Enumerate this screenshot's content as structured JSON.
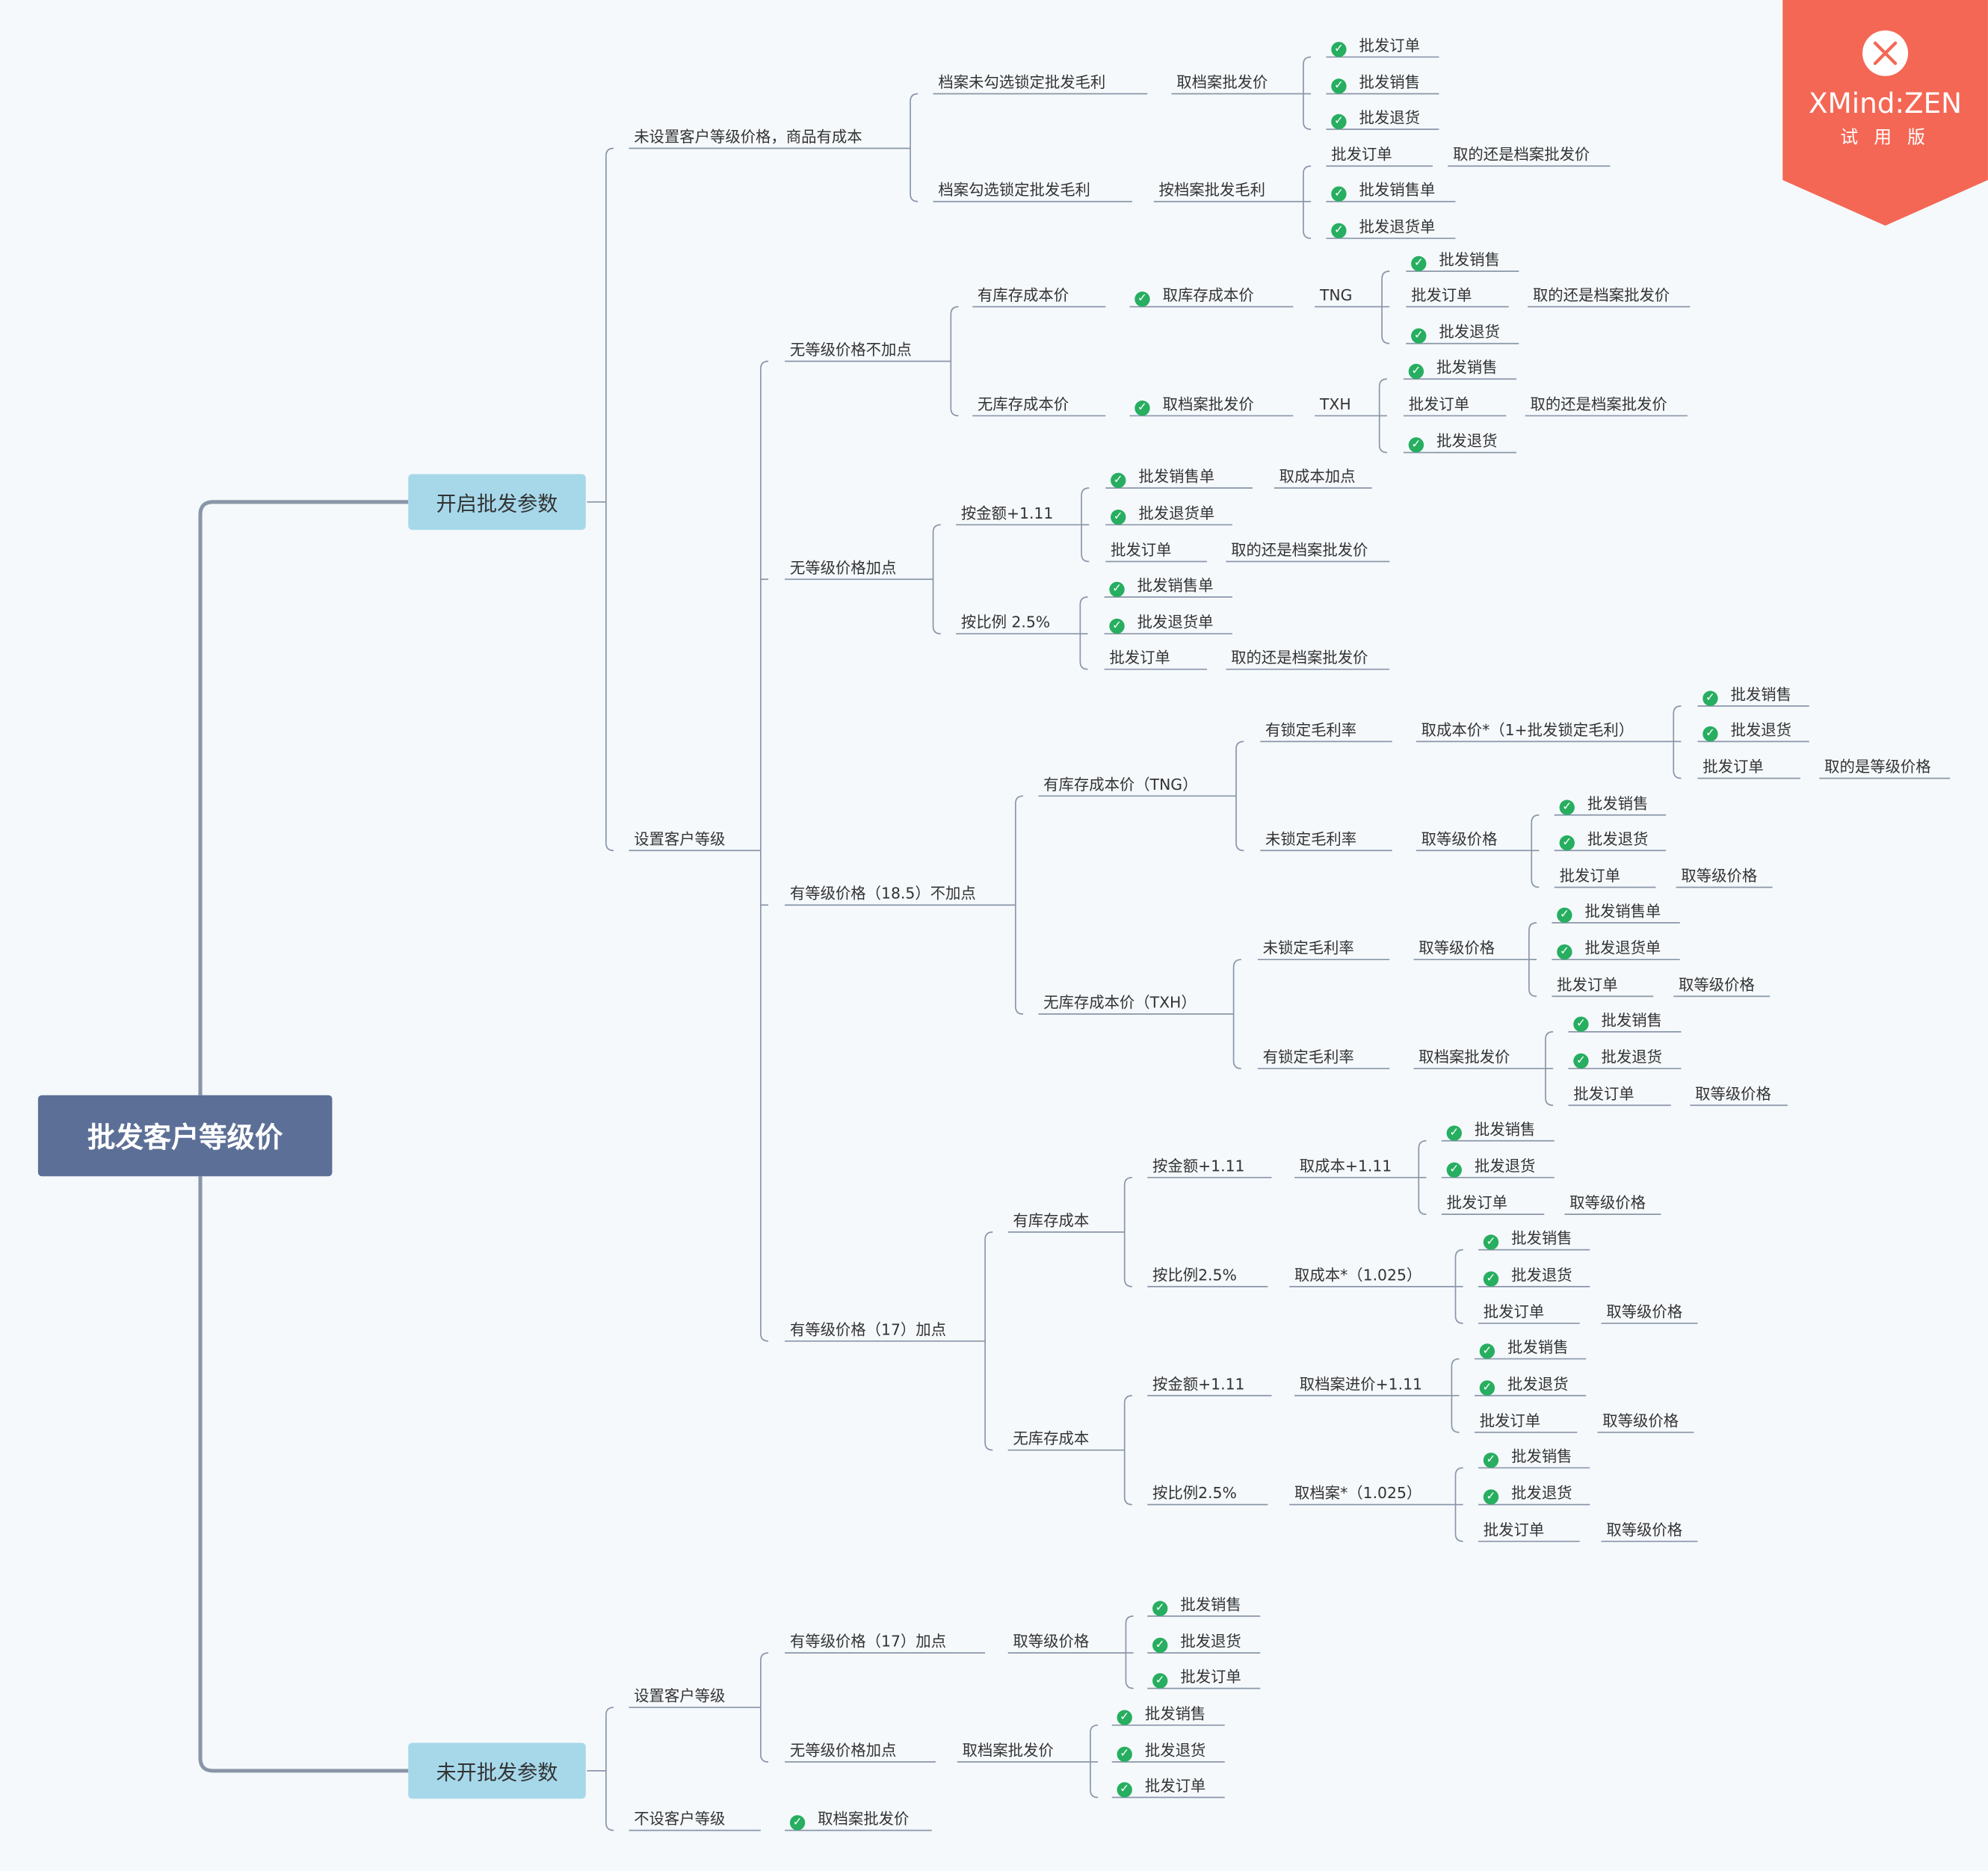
{
  "title": "批发客户等级价",
  "watermark": {
    "brand": "XMind:ZEN",
    "note": "试 用 版",
    "color": "#f46755"
  },
  "colors": {
    "root": "#5c6f96",
    "branch": "#a6d8ea",
    "check": "#27ae60",
    "line": "#8a96a8"
  },
  "branches": {
    "enabled": "开启批发参数",
    "disabled": "未开批发参数"
  },
  "nodes": {
    "a": "未设置客户等级价格，商品有成本",
    "a1": "档案未勾选锁定批发毛利",
    "a1v": "取档案批发价",
    "a1s1": "批发订单",
    "a1s2": "批发销售",
    "a1s3": "批发退货",
    "a2": "档案勾选锁定批发毛利",
    "a2v": "按档案批发毛利",
    "a2o": "批发订单",
    "a2ov": "取的还是档案批发价",
    "a2s1": "批发销售单",
    "a2s2": "批发退货单",
    "b": "设置客户等级",
    "b1": "无等级价格不加点",
    "b1a": "有库存成本价",
    "b1av": "取库存成本价",
    "b1ac": "TNG",
    "b1a_s1": "批发销售",
    "b1a_o": "批发订单",
    "b1a_ov": "取的还是档案批发价",
    "b1a_s2": "批发退货",
    "b1b": "无库存成本价",
    "b1bv": "取档案批发价",
    "b1bc": "TXH",
    "b1b_s1": "批发销售",
    "b1b_o": "批发订单",
    "b1b_ov": "取的还是档案批发价",
    "b1b_s2": "批发退货",
    "b2": "无等级价格加点",
    "b2a": "按金额+1.11",
    "b2a_s1": "批发销售单",
    "b2a_s1v": "取成本加点",
    "b2a_s2": "批发退货单",
    "b2a_o": "批发订单",
    "b2a_ov": "取的还是档案批发价",
    "b2b": "按比例 2.5%",
    "b2b_s1": "批发销售单",
    "b2b_s2": "批发退货单",
    "b2b_o": "批发订单",
    "b2b_ov": "取的还是档案批发价",
    "b3": "有等级价格（18.5）不加点",
    "b3a": "有库存成本价（TNG）",
    "b3a1": "有锁定毛利率",
    "b3a1v": "取成本价*（1+批发锁定毛利）",
    "b3a1_s1": "批发销售",
    "b3a1_s2": "批发退货",
    "b3a1_o": "批发订单",
    "b3a1_ov": "取的是等级价格",
    "b3a2": "未锁定毛利率",
    "b3a2v": "取等级价格",
    "b3a2_s1": "批发销售",
    "b3a2_s2": "批发退货",
    "b3a2_o": "批发订单",
    "b3a2_ov": "取等级价格",
    "b3b": "无库存成本价（TXH）",
    "b3b1": "未锁定毛利率",
    "b3b1v": "取等级价格",
    "b3b1_s1": "批发销售单",
    "b3b1_s2": "批发退货单",
    "b3b1_o": "批发订单",
    "b3b1_ov": "取等级价格",
    "b3b2": "有锁定毛利率",
    "b3b2v": "取档案批发价",
    "b3b2_s1": "批发销售",
    "b3b2_s2": "批发退货",
    "b3b2_o": "批发订单",
    "b3b2_ov": "取等级价格",
    "b4": "有等级价格（17）加点",
    "b4a": "有库存成本",
    "b4a1": "按金额+1.11",
    "b4a1v": "取成本+1.11",
    "b4a1_s1": "批发销售",
    "b4a1_s2": "批发退货",
    "b4a1_o": "批发订单",
    "b4a1_ov": "取等级价格",
    "b4a2": "按比例2.5%",
    "b4a2v": "取成本*（1.025）",
    "b4a2_s1": "批发销售",
    "b4a2_s2": "批发退货",
    "b4a2_o": "批发订单",
    "b4a2_ov": "取等级价格",
    "b4b": "无库存成本",
    "b4b1": "按金额+1.11",
    "b4b1v": "取档案进价+1.11",
    "b4b1_s1": "批发销售",
    "b4b1_s2": "批发退货",
    "b4b1_o": "批发订单",
    "b4b1_ov": "取等级价格",
    "b4b2": "按比例2.5%",
    "b4b2v": "取档案*（1.025）",
    "b4b2_s1": "批发销售",
    "b4b2_s2": "批发退货",
    "b4b2_o": "批发订单",
    "b4b2_ov": "取等级价格",
    "c": "设置客户等级",
    "c1": "有等级价格（17）加点",
    "c1v": "取等级价格",
    "c1_s1": "批发销售",
    "c1_s2": "批发退货",
    "c1_s3": "批发订单",
    "c2": "无等级价格加点",
    "c2v": "取档案批发价",
    "c2_s1": "批发销售",
    "c2_s2": "批发退货",
    "c2_s3": "批发订单",
    "d": "不设客户等级",
    "dv": "取档案批发价"
  }
}
